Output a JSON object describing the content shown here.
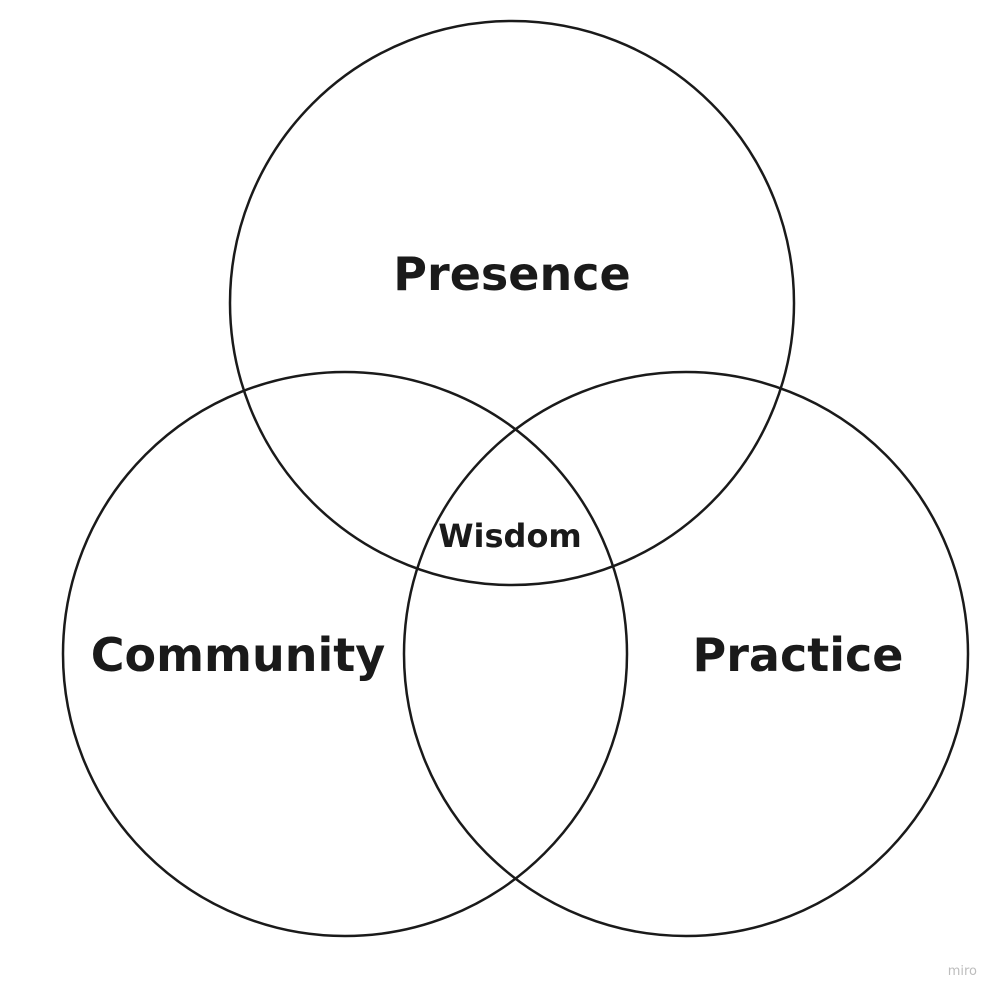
{
  "diagram": {
    "sets": [
      {
        "id": "presence",
        "label": "Presence"
      },
      {
        "id": "community",
        "label": "Community"
      },
      {
        "id": "practice",
        "label": "Practice"
      }
    ],
    "intersection": {
      "label": "Wisdom"
    },
    "stroke_color": "#1a1a1a",
    "text_color": "#1a1a1a"
  },
  "watermark": {
    "text": "miro"
  }
}
